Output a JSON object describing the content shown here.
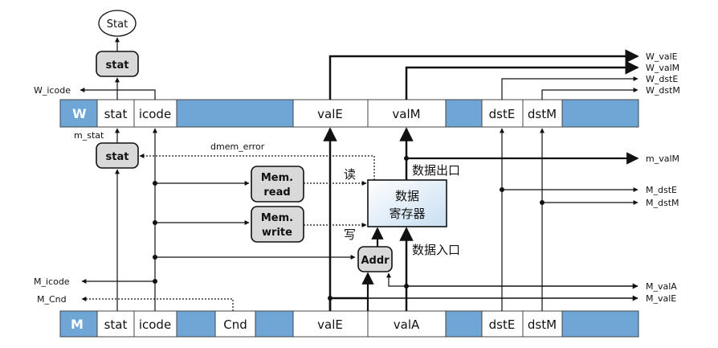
{
  "title": "Memory stage / W register diagram",
  "colors": {
    "stripe": "#6ea6d6",
    "box_fill": "#d9d9d9",
    "mem_fill": "#dcebf7"
  },
  "nodes": {
    "stat_oval": "Stat",
    "stat_w": "stat",
    "stat_m": "stat",
    "mem_read": [
      "Mem.",
      "read"
    ],
    "mem_write": [
      "Mem.",
      "write"
    ],
    "addr": "Addr",
    "data_mem": [
      "数据",
      "寄存器"
    ]
  },
  "w_register": {
    "name": "W",
    "cells": [
      "stat",
      "icode",
      "valE",
      "valM",
      "dstE",
      "dstM"
    ]
  },
  "m_register": {
    "name": "M",
    "cells": [
      "stat",
      "icode",
      "Cnd",
      "valE",
      "valA",
      "dstE",
      "dstM"
    ]
  },
  "labels": {
    "w_icode": "W_icode",
    "m_stat": "m_stat",
    "dmem_error": "dmem_error",
    "read_cn": "读",
    "write_cn": "写",
    "data_out": "数据出口",
    "data_in": "数据入口",
    "m_icode": "M_icode",
    "m_cnd": "M_Cnd"
  },
  "right_outputs": {
    "top": [
      "W_valE",
      "W_valM",
      "W_dstE",
      "W_dstM"
    ],
    "middle": [
      "m_valM",
      "M_dstE",
      "M_dstM"
    ],
    "bottom": [
      "M_valA",
      "M_valE"
    ]
  }
}
